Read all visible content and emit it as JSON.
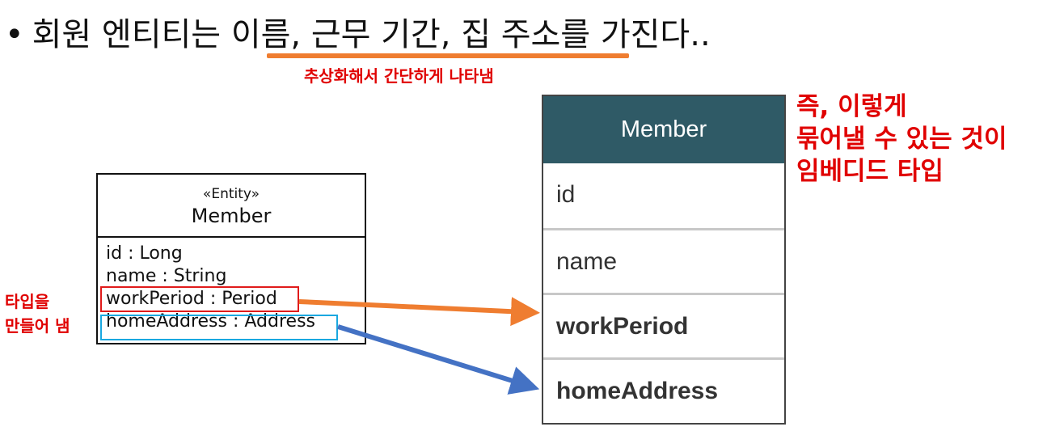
{
  "header": {
    "bullet": "•",
    "text": "회원 엔티티는 이름, 근무 기간, 집 주소를 가진다.."
  },
  "abstract_note": "추상화해서 간단하게 나타냄",
  "uml_class": {
    "stereotype": "«Entity»",
    "name": "Member",
    "attributes": [
      "id : Long",
      "name : String",
      "workPeriod : Period",
      "homeAddress : Address"
    ]
  },
  "type_note": {
    "line1": "타입을",
    "line2": "만들어 냄"
  },
  "member_table": {
    "title": "Member",
    "rows": [
      "id",
      "name",
      "workPeriod",
      "homeAddress"
    ]
  },
  "conclusion": {
    "line1": "즉, 이렇게",
    "line2": "묶어낼 수 있는 것이",
    "line3": "임베디드 타입"
  },
  "colors": {
    "header_fill": "#2f5a66",
    "orange": "#ef7d30",
    "blue": "#4472c4",
    "red": "#e00000",
    "cyan": "#1aa8e0"
  }
}
